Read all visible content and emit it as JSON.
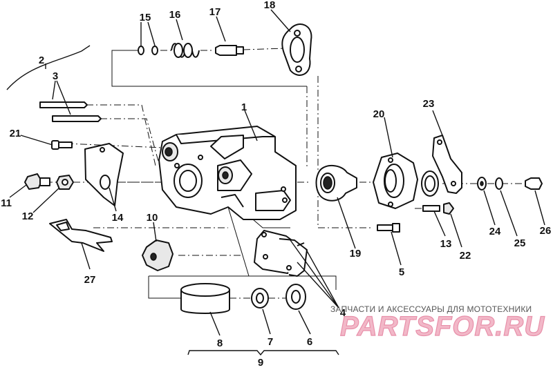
{
  "callouts": [
    {
      "id": "1",
      "text": "1"
    },
    {
      "id": "2",
      "text": "2"
    },
    {
      "id": "3",
      "text": "3"
    },
    {
      "id": "4",
      "text": "4"
    },
    {
      "id": "5",
      "text": "5"
    },
    {
      "id": "6",
      "text": "6"
    },
    {
      "id": "7",
      "text": "7"
    },
    {
      "id": "8",
      "text": "8"
    },
    {
      "id": "9",
      "text": "9"
    },
    {
      "id": "10",
      "text": "10"
    },
    {
      "id": "11",
      "text": "11"
    },
    {
      "id": "12",
      "text": "12"
    },
    {
      "id": "13",
      "text": "13"
    },
    {
      "id": "14",
      "text": "14"
    },
    {
      "id": "15",
      "text": "15"
    },
    {
      "id": "16",
      "text": "16"
    },
    {
      "id": "17",
      "text": "17"
    },
    {
      "id": "18",
      "text": "18"
    },
    {
      "id": "19",
      "text": "19"
    },
    {
      "id": "20",
      "text": "20"
    },
    {
      "id": "21",
      "text": "21"
    },
    {
      "id": "22",
      "text": "22"
    },
    {
      "id": "23",
      "text": "23"
    },
    {
      "id": "24",
      "text": "24"
    },
    {
      "id": "25",
      "text": "25"
    },
    {
      "id": "26",
      "text": "26"
    },
    {
      "id": "27",
      "text": "27"
    }
  ],
  "watermark": {
    "tagline": "ЗАПЧАСТИ И АКСЕССУАРЫ ДЛЯ МОТОТЕХНИКИ",
    "logo": "PARTSFOR.RU",
    "color": "#e890aa"
  }
}
